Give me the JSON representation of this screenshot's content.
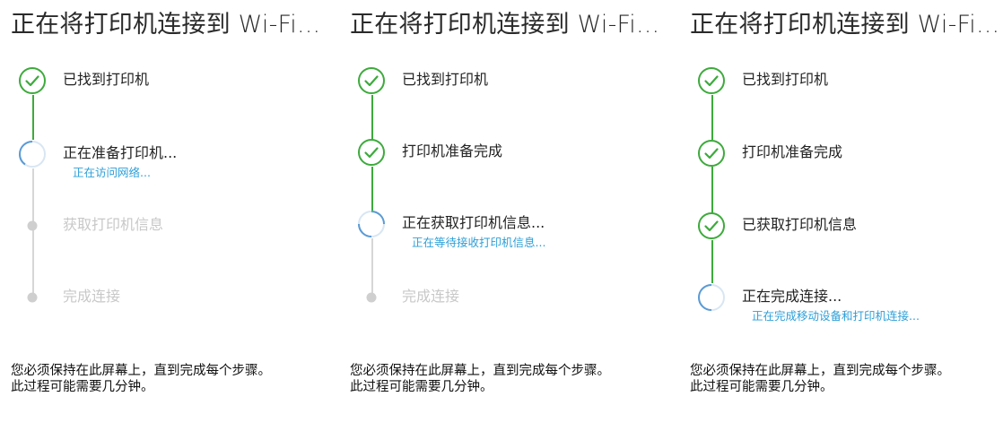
{
  "colors": {
    "done": "#3daa3c",
    "active": "#5b9bd5",
    "pending": "#cfcfcf",
    "subtext": "#2d9fd8"
  },
  "panels": [
    {
      "title": "正在将打印机连接到 Wi-Fi...",
      "steps": [
        {
          "state": "done",
          "icon": "checkmark-circle-icon",
          "label": "已找到打印机"
        },
        {
          "state": "active",
          "icon": "loading-spinner-icon",
          "label": "正在准备打印机...",
          "sub": "正在访问网络..."
        },
        {
          "state": "pending",
          "icon": "pending-dot-icon",
          "label": "获取打印机信息"
        },
        {
          "state": "pending",
          "icon": "pending-dot-icon",
          "label": "完成连接"
        }
      ],
      "footer": [
        "您必须保持在此屏幕上，直到完成每个步骤。",
        "此过程可能需要几分钟。"
      ]
    },
    {
      "title": "正在将打印机连接到 Wi-Fi...",
      "steps": [
        {
          "state": "done",
          "icon": "checkmark-circle-icon",
          "label": "已找到打印机"
        },
        {
          "state": "done",
          "icon": "checkmark-circle-icon",
          "label": "打印机准备完成"
        },
        {
          "state": "active",
          "icon": "loading-spinner-icon",
          "label": "正在获取打印机信息...",
          "sub": "正在等待接收打印机信息..."
        },
        {
          "state": "pending",
          "icon": "pending-dot-icon",
          "label": "完成连接"
        }
      ],
      "footer": [
        "您必须保持在此屏幕上，直到完成每个步骤。",
        "此过程可能需要几分钟。"
      ]
    },
    {
      "title": "正在将打印机连接到 Wi-Fi...",
      "steps": [
        {
          "state": "done",
          "icon": "checkmark-circle-icon",
          "label": "已找到打印机"
        },
        {
          "state": "done",
          "icon": "checkmark-circle-icon",
          "label": "打印机准备完成"
        },
        {
          "state": "done",
          "icon": "checkmark-circle-icon",
          "label": "已获取打印机信息"
        },
        {
          "state": "active",
          "icon": "loading-spinner-icon",
          "label": "正在完成连接...",
          "sub": "正在完成移动设备和打印机连接..."
        }
      ],
      "footer": [
        "您必须保持在此屏幕上，直到完成每个步骤。",
        "此过程可能需要几分钟。"
      ]
    }
  ]
}
